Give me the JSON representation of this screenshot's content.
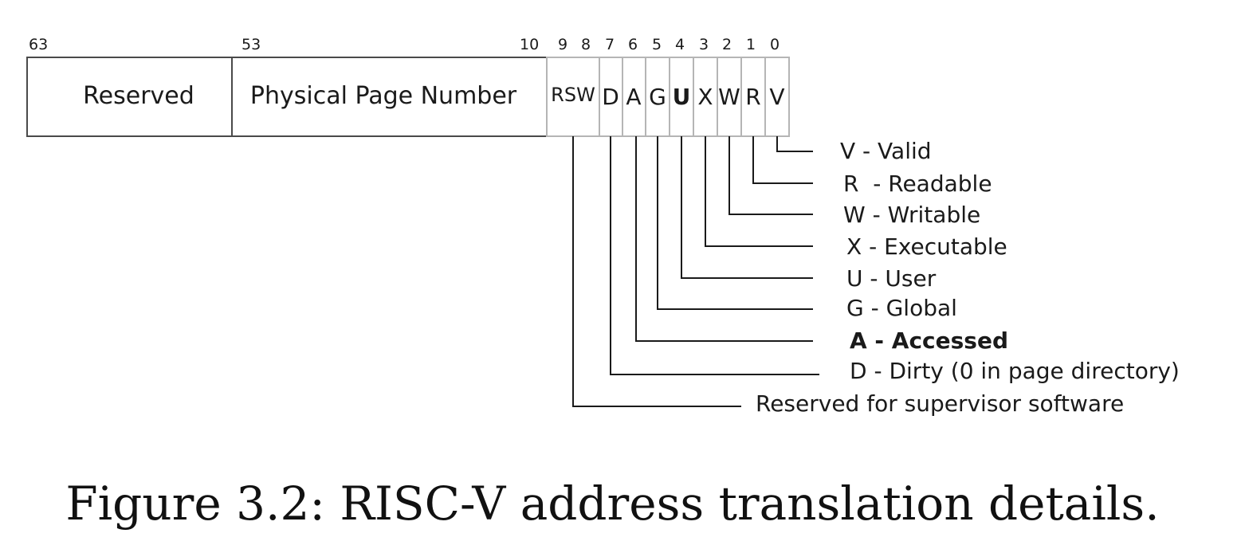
{
  "diagram": {
    "bit_numbers": [
      "63",
      "53",
      "10",
      "9",
      "8",
      "7",
      "6",
      "5",
      "4",
      "3",
      "2",
      "1",
      "0"
    ],
    "fields": {
      "reserved": "Reserved",
      "ppn": "Physical Page Number",
      "rsw": "RSW"
    },
    "flags": [
      "D",
      "A",
      "G",
      "U",
      "X",
      "W",
      "R",
      "V"
    ],
    "legend": [
      "V - Valid",
      "R  - Readable",
      "W - Writable",
      "X - Executable",
      "U - User",
      "G - Global",
      "A - Accessed",
      "D - Dirty (0 in page directory)",
      "Reserved for supervisor software"
    ]
  },
  "caption": "Figure 3.2: RISC-V address translation details."
}
